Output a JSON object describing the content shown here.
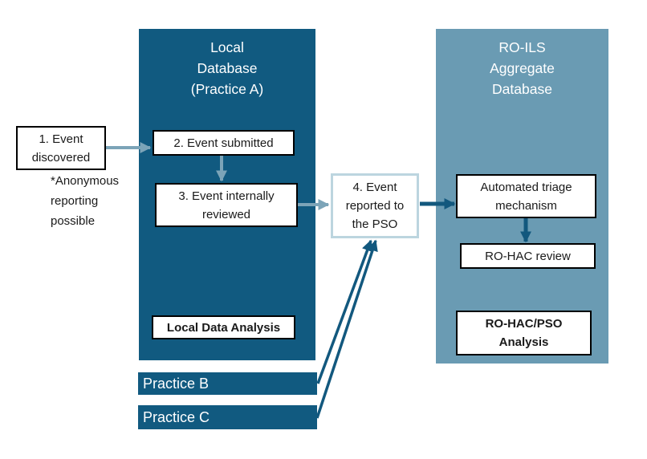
{
  "diagram": {
    "colors": {
      "dark_teal": "#115A80",
      "steel_blue": "#6A9BB3",
      "arrow_light": "#7CA4B8",
      "pale_blue_border": "#BCD5DF",
      "dark_arrow": "#12587E",
      "box_border": "#000000",
      "text_dark": "#1A1A1A",
      "text_light": "#FFFFFF"
    },
    "local_database": {
      "title": "Local\nDatabase\n(Practice A)"
    },
    "roils_database": {
      "title": "RO-ILS\nAggregate\nDatabase"
    },
    "steps": {
      "step1": "1. Event\ndiscovered",
      "note": "*Anonymous\nreporting\npossible",
      "step2": "2. Event submitted",
      "step3": "3. Event internally\nreviewed",
      "step4": "4. Event\nreported to\nthe PSO",
      "triage": "Automated triage\nmechanism",
      "rohac_review": "RO-HAC review",
      "local_analysis": "Local Data Analysis",
      "rohac_pso_analysis": "RO-HAC/PSO\nAnalysis"
    },
    "practices": {
      "b": "Practice B",
      "c": "Practice C"
    }
  }
}
